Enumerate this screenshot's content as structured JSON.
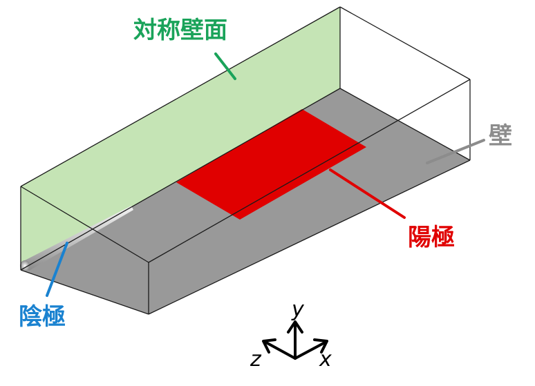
{
  "labels": {
    "symmetry_wall": "対称壁面",
    "wall": "壁",
    "anode": "陽極",
    "cathode": "陰極"
  },
  "axes": {
    "y": "y",
    "z": "z",
    "x": "x"
  },
  "colors": {
    "symmetry_wall_fill": "#c5e4b5",
    "symmetry_wall_text": "#1aa35a",
    "floor_fill": "#999999",
    "front_face_fill": "#9b9b9b",
    "anode_fill": "#e00000",
    "anode_text": "#e00000",
    "wall_text": "#8c8c8c",
    "cathode_text": "#1a82d0",
    "edge": "#1a1a1a",
    "axis": "#000000"
  }
}
